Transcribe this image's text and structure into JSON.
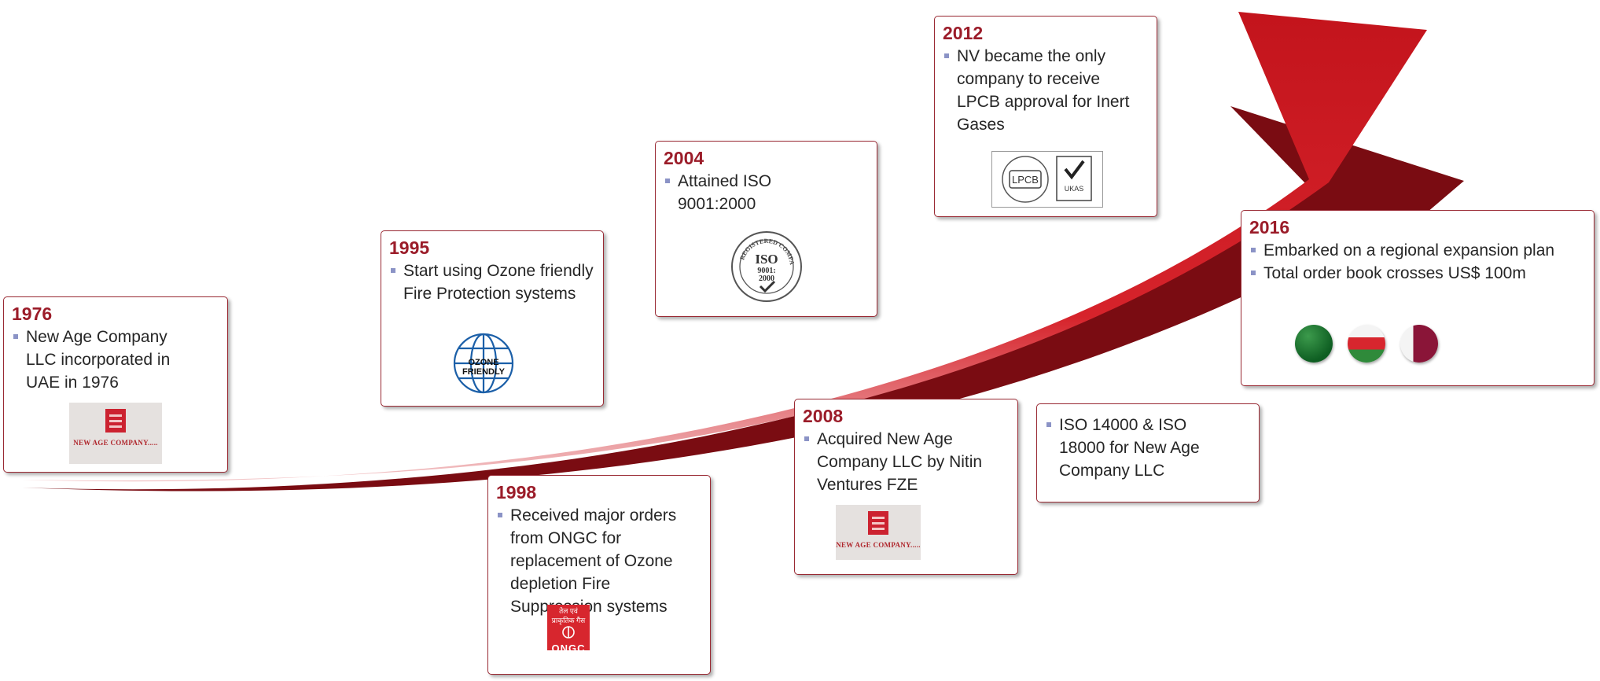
{
  "colors": {
    "accent": "#9b1c29",
    "arrow": "#c4161c",
    "bullet": "#8b93c6"
  },
  "milestones": [
    {
      "year": "1976",
      "items": [
        "New Age Company LLC incorporated in UAE in 1976"
      ],
      "logo": "new-age-company-logo"
    },
    {
      "year": "1995",
      "items": [
        "Start using Ozone friendly Fire Protection systems"
      ],
      "logo": "ozone-friendly-globe"
    },
    {
      "year": "1998",
      "items": [
        "Received major orders from ONGC for replacement of Ozone depletion Fire Suppression systems"
      ],
      "logo": "ongc-logo"
    },
    {
      "year": "2004",
      "items": [
        "Attained ISO 9001:2000"
      ],
      "logo": "iso-seal"
    },
    {
      "year": "2008",
      "items": [
        "Acquired New Age Company LLC by Nitin Ventures FZE"
      ],
      "logo": "new-age-company-logo"
    },
    {
      "year": "",
      "items": [
        "ISO 14000 & ISO 18000 for New Age Company LLC"
      ]
    },
    {
      "year": "2012",
      "items": [
        "NV became the only company to receive LPCB approval for Inert Gases"
      ],
      "logo": "lpcb-ukas-logos"
    },
    {
      "year": "2016",
      "items": [
        "Embarked on a regional expansion plan",
        "Total order book crosses US$ 100m"
      ],
      "logo": "country-flags"
    }
  ],
  "logos": {
    "nac_name": "NEW AGE COMPANY.....",
    "ozone_text": "OZONE FRIENDLY",
    "ongc_hindi": "तेल एवं प्राकृतिक गैस",
    "ongc_text": "ONGC",
    "iso_top": "REGISTERED COMPANY",
    "iso_main": "ISO",
    "iso_num": "9001:",
    "iso_year": "2000",
    "lpcb_text": "LPCB",
    "ukas_text": "UKAS"
  }
}
